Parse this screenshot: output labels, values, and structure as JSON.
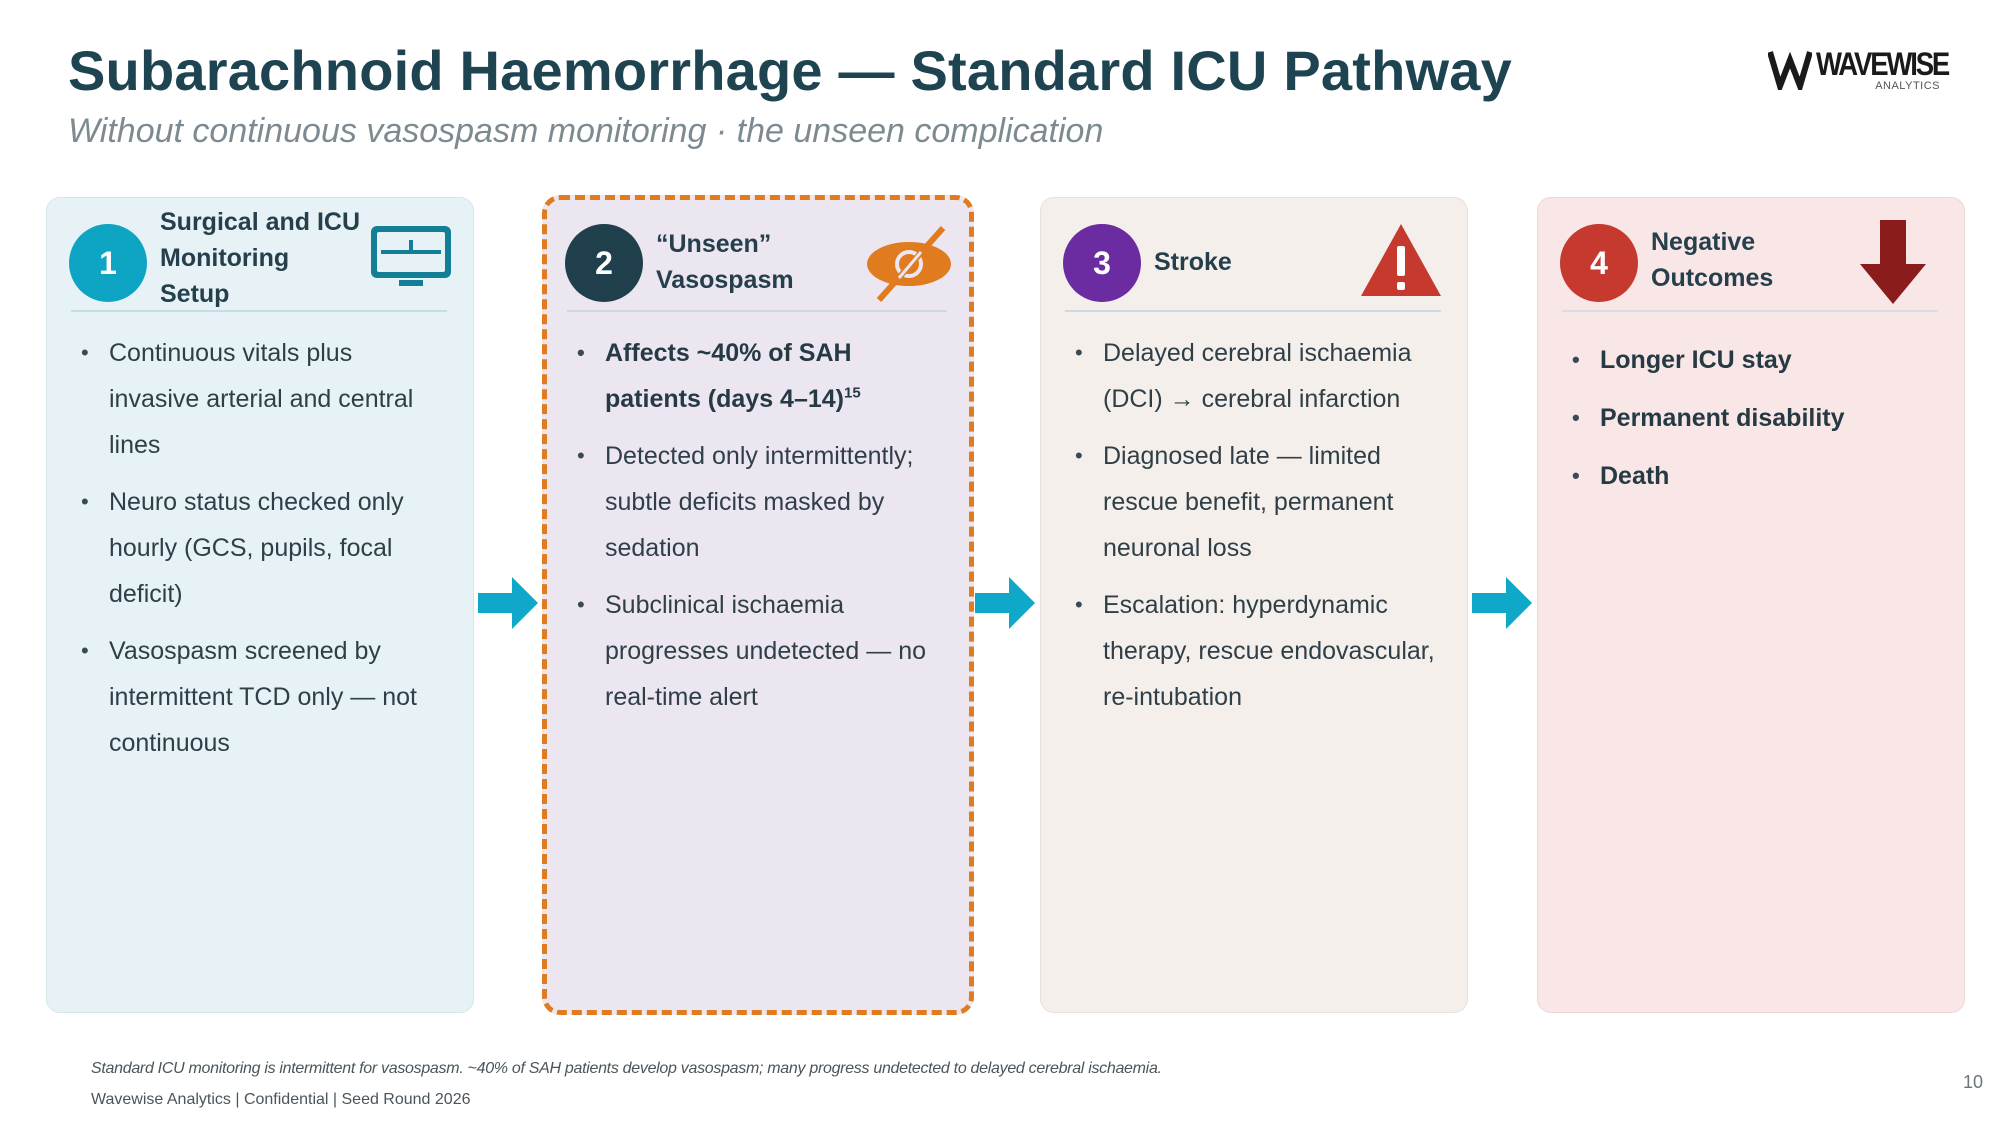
{
  "title": "Subarachnoid Haemorrhage  —  Standard ICU Pathway",
  "subtitle": "Without continuous vasospasm monitoring  ·  the unseen complication",
  "logo": {
    "word": "WAVEWISE",
    "sub": "ANALYTICS"
  },
  "cards": [
    {
      "number": "1",
      "title_lines": [
        "Surgical and ICU",
        "Monitoring",
        "Setup"
      ],
      "icon": "monitor-icon",
      "bullets": [
        "Continuous vitals plus invasive arterial and central lines",
        "Neuro status checked only hourly (GCS, pupils, focal deficit)",
        "Vasospasm screened by intermittent TCD only — not continuous"
      ]
    },
    {
      "number": "2",
      "title_lines": [
        "“Unseen”",
        "Vasospasm"
      ],
      "icon": "hidden-eye-icon",
      "bullets": [
        "Affects ~40% of SAH patients (days 4–14)",
        "Detected only intermittently; subtle deficits masked by sedation",
        "Subclinical ischaemia progresses undetected — no real-time alert"
      ],
      "superscript": "15"
    },
    {
      "number": "3",
      "title_lines": [
        "Stroke"
      ],
      "icon": "warning-icon",
      "bullets": [
        "Delayed cerebral ischaemia (DCI) → cerebral infarction",
        "Diagnosed late — limited rescue benefit, permanent neuronal loss",
        "Escalation: hyperdynamic therapy, rescue endovascular, re-intubation"
      ]
    },
    {
      "number": "4",
      "title_lines": [
        "Negative",
        "Outcomes"
      ],
      "icon": "arrow-down-icon",
      "bullets": [
        "Longer ICU stay",
        "Permanent disability",
        "Death"
      ]
    }
  ],
  "footer": {
    "note": "Standard ICU monitoring is intermittent for vasospasm. ~40% of SAH patients develop vasospasm; many progress undetected to delayed cerebral ischaemia.",
    "meta": "Wavewise Analytics  |  Confidential  |  Seed Round 2026",
    "page": "10"
  },
  "colors": {
    "title": "#1f4451",
    "accent_teal": "#0ea5c5",
    "highlight_border": "#e07b1f",
    "stroke_purple": "#6a2ca0",
    "outcome_red": "#c5392e",
    "arrow": "#10a8c8"
  }
}
